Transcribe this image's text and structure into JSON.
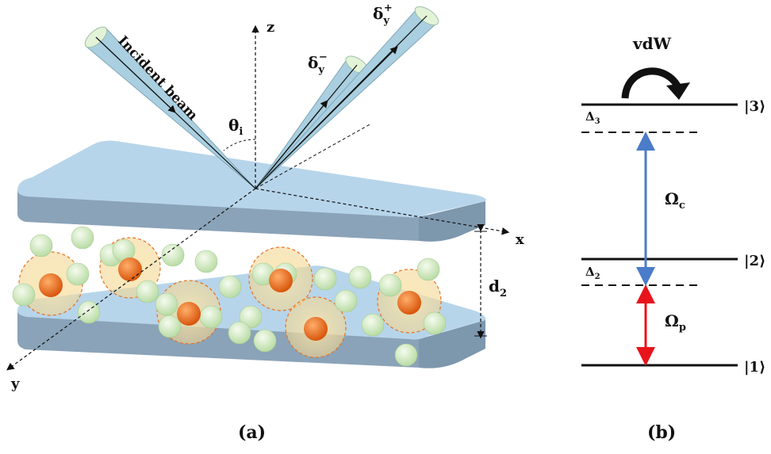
{
  "panel_a": {
    "caption": "(a)",
    "beam_label": "Incident beam",
    "angle_symbol": "θ",
    "angle_subscript": "i",
    "axis_z": "z",
    "axis_x": "x",
    "axis_y": "y",
    "delta_minus": {
      "base": "δ",
      "sub": "y",
      "sup": "−"
    },
    "delta_plus": {
      "base": "δ",
      "sub": "y",
      "sup": "+"
    },
    "gap_label": {
      "base": "d",
      "sub": "2"
    }
  },
  "panel_b": {
    "caption": "(b)",
    "vdw_label": "vdW",
    "level_3": "|3⟩",
    "level_2": "|2⟩",
    "level_1": "|1⟩",
    "delta_3": {
      "base": "Δ",
      "sub": "3"
    },
    "delta_2": {
      "base": "Δ",
      "sub": "2"
    },
    "omega_c": {
      "base": "Ω",
      "sub": "c"
    },
    "omega_p": {
      "base": "Ω",
      "sub": "p"
    },
    "colors": {
      "coupling": "#4a7cc9",
      "probe": "#e8141b"
    }
  },
  "colors": {
    "slab_top": "#b7d5ea",
    "slab_side": "#8aa3b8",
    "beam": "#a9cfe0",
    "atom_core": "#e8701f",
    "atom_halo": "#f4dc9a",
    "atom_green": "#dcefd0"
  }
}
